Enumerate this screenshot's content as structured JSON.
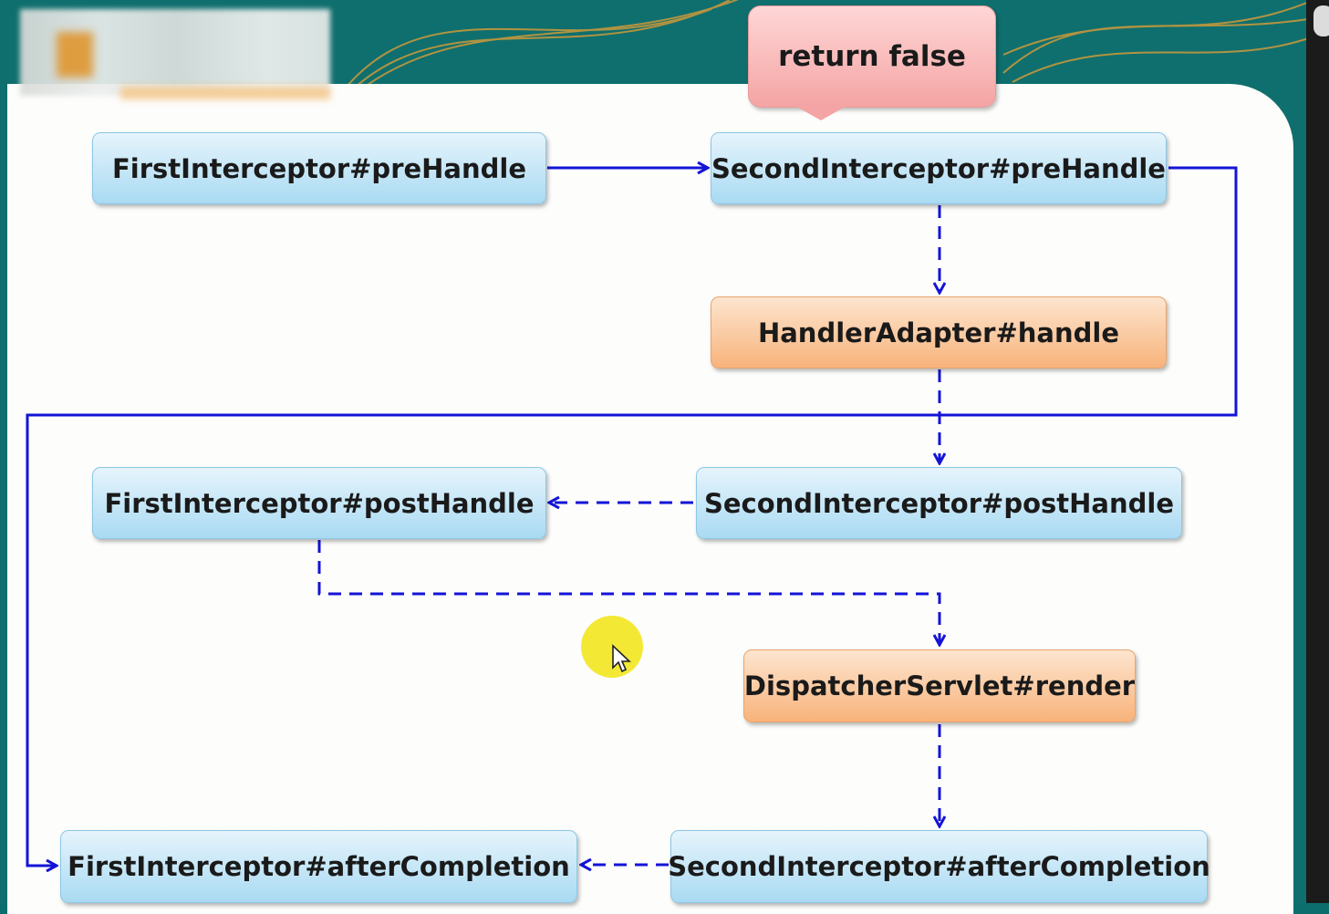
{
  "callout": {
    "label": "return false"
  },
  "nodes": {
    "first_prehandle": "FirstInterceptor#preHandle",
    "second_prehandle": "SecondInterceptor#preHandle",
    "handler_adapter": "HandlerAdapter#handle",
    "first_posthandle": "FirstInterceptor#postHandle",
    "second_posthandle": "SecondInterceptor#postHandle",
    "dispatcher_render": "DispatcherServlet#render",
    "first_aftercompletion": "FirstInterceptor#afterCompletion",
    "second_aftercompletion": "SecondInterceptor#afterCompletion"
  },
  "colors": {
    "arrow": "#1414d8",
    "box_blue": "#a9daf2",
    "box_orange": "#f8b37b",
    "callout": "#f4a4a4"
  }
}
